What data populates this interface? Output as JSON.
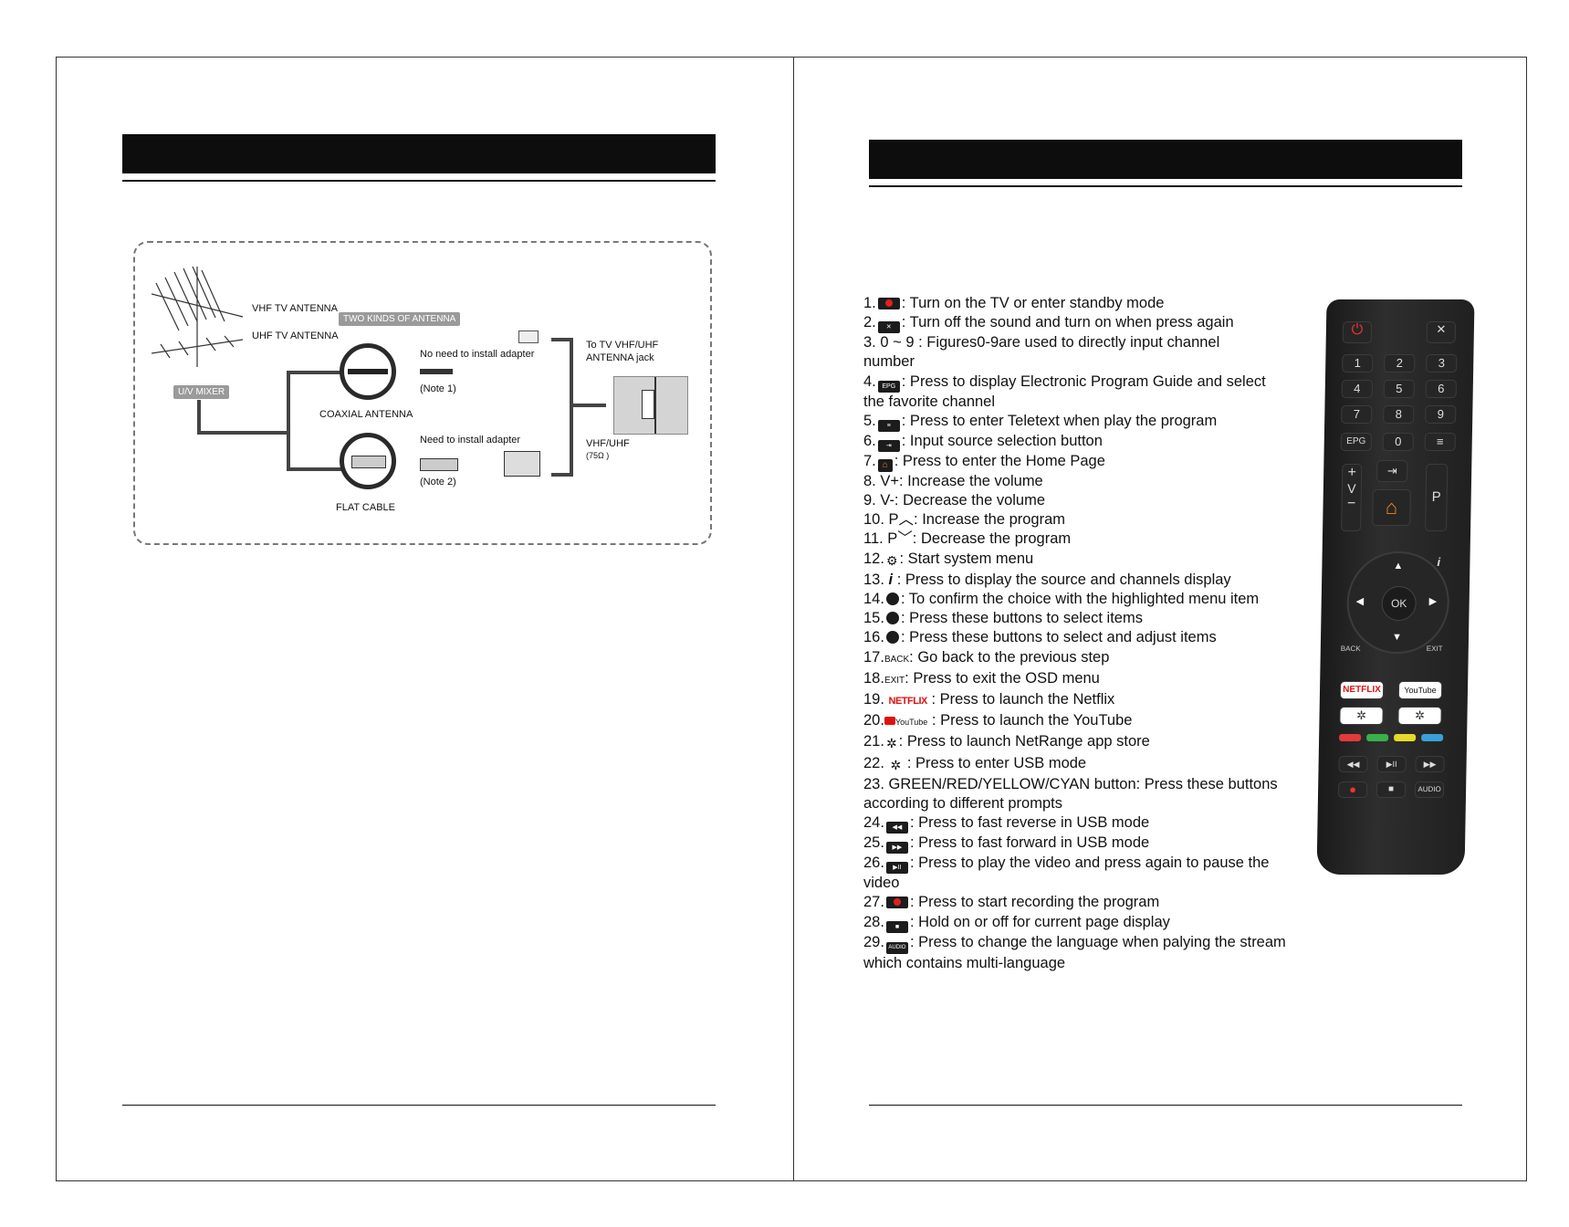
{
  "diagram": {
    "vhf_antenna": "VHF TV ANTENNA",
    "uhf_antenna": "UHF TV ANTENNA",
    "two_kinds": "TWO KINDS OF ANTENNA",
    "uv_mixer": "U/V MIXER",
    "no_adapter": "No need to install adapter",
    "note1": "(Note 1)",
    "coaxial": "COAXIAL ANTENNA",
    "need_adapter": "Need to install adapter",
    "note2": "(Note 2)",
    "flat_cable": "FLAT CABLE",
    "to_tv_1": "To TV VHF/UHF",
    "to_tv_2": "ANTENNA jack",
    "vhf_uhf": "VHF/UHF",
    "ohm": "(75Ω )"
  },
  "list": {
    "i1": ": Turn on the TV or enter standby mode",
    "i2": ": Turn off the sound and turn on when press again",
    "i3a": "3. 0 ~ 9 : Figures0-9are used to directly input channel",
    "i3b": " number",
    "i4a": ": Press to display Electronic Program Guide and select",
    "i4b": "the favorite channel",
    "i5": ": Press to enter Teletext when play the program",
    "i6": ": Input source selection button",
    "i7": ": Press to enter the Home Page",
    "i8": "8.    V+: Increase the volume",
    "i9": "9.    V-: Decrease the volume",
    "i10": "10. P︿: Increase the program",
    "i11": "11. P﹀: Decrease the program",
    "i12": ": Start system menu",
    "i13": " : Press to display the source and channels display",
    "i14": ": To confirm the choice with the highlighted menu item",
    "i15": ": Press these buttons to select items",
    "i16": ": Press these buttons to select and adjust items",
    "i17": ": Go back to the previous step",
    "i18": ": Press to exit the OSD menu",
    "i19": " : Press to launch the Netflix",
    "i20": " : Press to launch the YouTube",
    "i21": ": Press to launch NetRange app store",
    "i22": " : Press to enter USB mode",
    "i23a": "23. GREEN/RED/YELLOW/CYAN button: Press these buttons",
    "i23b": "according to different prompts",
    "i24": ": Press to fast reverse in USB mode",
    "i25": ": Press to fast forward in USB mode",
    "i26a": ": Press to play the video and press again to pause the",
    "i26b": " video",
    "i27": ": Press to start recording the program",
    "i28": ": Hold on or off for current page display",
    "i29a": ": Press to change the language when palying the stream",
    "i29b": "which contains multi-language",
    "n1": "1.",
    "n2": "2.",
    "n4": "4.",
    "n5": "5.",
    "n6": "6.",
    "n7": "7.",
    "n12": "12.",
    "n13": "13.",
    "n14": "14.",
    "n15": "15.",
    "n16": "16.",
    "n17": "17.",
    "n18": "18.",
    "n19": "19.",
    "n20": "20.",
    "n21": "21.",
    "n22": "22.",
    "n24": "24.",
    "n25": "25.",
    "n26": "26.",
    "n27": "27.",
    "n28": "28.",
    "n29": "29.",
    "epg": "EPG",
    "back": "BACK",
    "exit": "EXIT",
    "netflix": "NETFLIX",
    "youtube": "YouTube",
    "audio": "AUDIO",
    "info": "i"
  },
  "remote": {
    "digits": [
      "1",
      "2",
      "3",
      "4",
      "5",
      "6",
      "7",
      "8",
      "9"
    ],
    "zero": "0",
    "epg": "EPG",
    "vol": "V",
    "plus": "+",
    "minus": "−",
    "prog": "P",
    "ok": "OK",
    "back": "BACK",
    "exit": "EXIT",
    "info": "i",
    "netflix": "NETFLIX",
    "youtube": "YouTube",
    "audio": "AUDIO",
    "colors": [
      "#e33b3b",
      "#3bb04a",
      "#e6d92a",
      "#3aa0d8"
    ]
  }
}
